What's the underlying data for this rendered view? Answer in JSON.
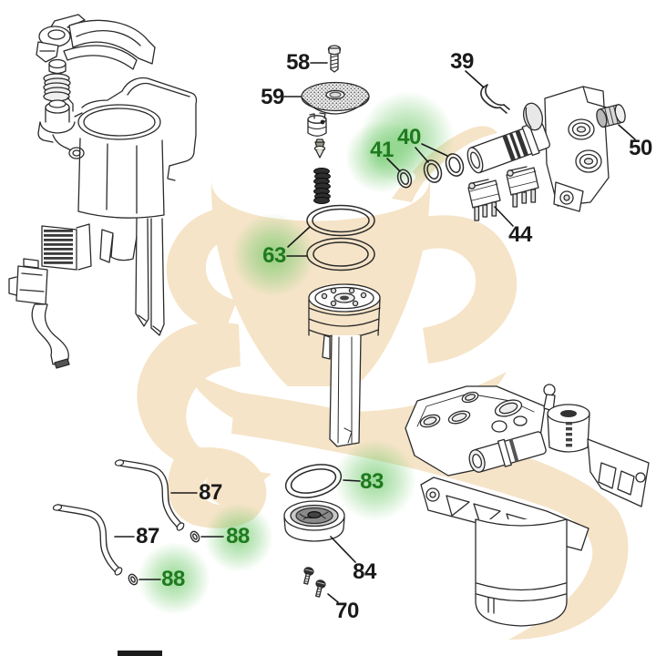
{
  "diagram": {
    "kind": "exploded-parts-diagram",
    "background": "#ffffff",
    "colors": {
      "line": "#2b2b2b",
      "label": "#1a1a1a",
      "label_highlight": "#1e7a1e",
      "highlight_glow": "#5fc45a",
      "watermark": "#f6e4c8"
    },
    "labels": [
      {
        "id": "58",
        "text": "58",
        "highlighted": false,
        "part": "screw"
      },
      {
        "id": "59",
        "text": "59",
        "highlighted": false,
        "part": "shower-screen-disc"
      },
      {
        "id": "39",
        "text": "39",
        "highlighted": false,
        "part": "wire-clip"
      },
      {
        "id": "50",
        "text": "50",
        "highlighted": false,
        "part": "bushing"
      },
      {
        "id": "40",
        "text": "40",
        "highlighted": true,
        "part": "o-ring-pair"
      },
      {
        "id": "41",
        "text": "41",
        "highlighted": true,
        "part": "o-ring-small"
      },
      {
        "id": "44",
        "text": "44",
        "highlighted": false,
        "part": "microswitches"
      },
      {
        "id": "63",
        "text": "63",
        "highlighted": true,
        "part": "o-ring-pair-large"
      },
      {
        "id": "83",
        "text": "83",
        "highlighted": true,
        "part": "o-ring"
      },
      {
        "id": "84",
        "text": "84",
        "highlighted": false,
        "part": "valve-cap"
      },
      {
        "id": "87a",
        "text": "87",
        "highlighted": false,
        "part": "hose"
      },
      {
        "id": "87b",
        "text": "87",
        "highlighted": false,
        "part": "hose"
      },
      {
        "id": "88a",
        "text": "88",
        "highlighted": true,
        "part": "o-ring-tiny"
      },
      {
        "id": "88b",
        "text": "88",
        "highlighted": true,
        "part": "o-ring-tiny"
      },
      {
        "id": "70",
        "text": "70",
        "highlighted": false,
        "part": "screw-pair"
      }
    ]
  }
}
